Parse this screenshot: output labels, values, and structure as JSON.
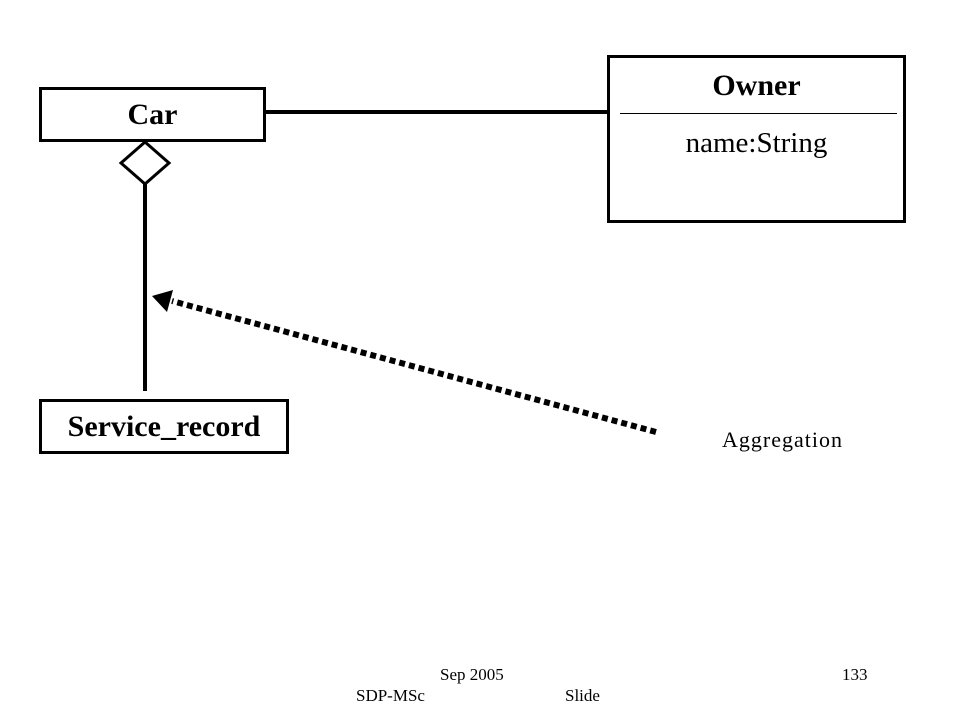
{
  "diagram": {
    "classes": {
      "car": {
        "name": "Car"
      },
      "service_record": {
        "name": "Service_record"
      },
      "owner": {
        "name": "Owner",
        "attributes": [
          "name:String"
        ]
      }
    },
    "note": {
      "label": "Aggregation"
    },
    "relations": [
      {
        "type": "association",
        "from": "Car",
        "to": "Owner"
      },
      {
        "type": "aggregation",
        "whole": "Car",
        "part": "Service_record"
      }
    ]
  },
  "footer": {
    "date": "Sep 2005",
    "org": "SDP-MSc",
    "slide_label": "Slide",
    "page_number": "133"
  }
}
